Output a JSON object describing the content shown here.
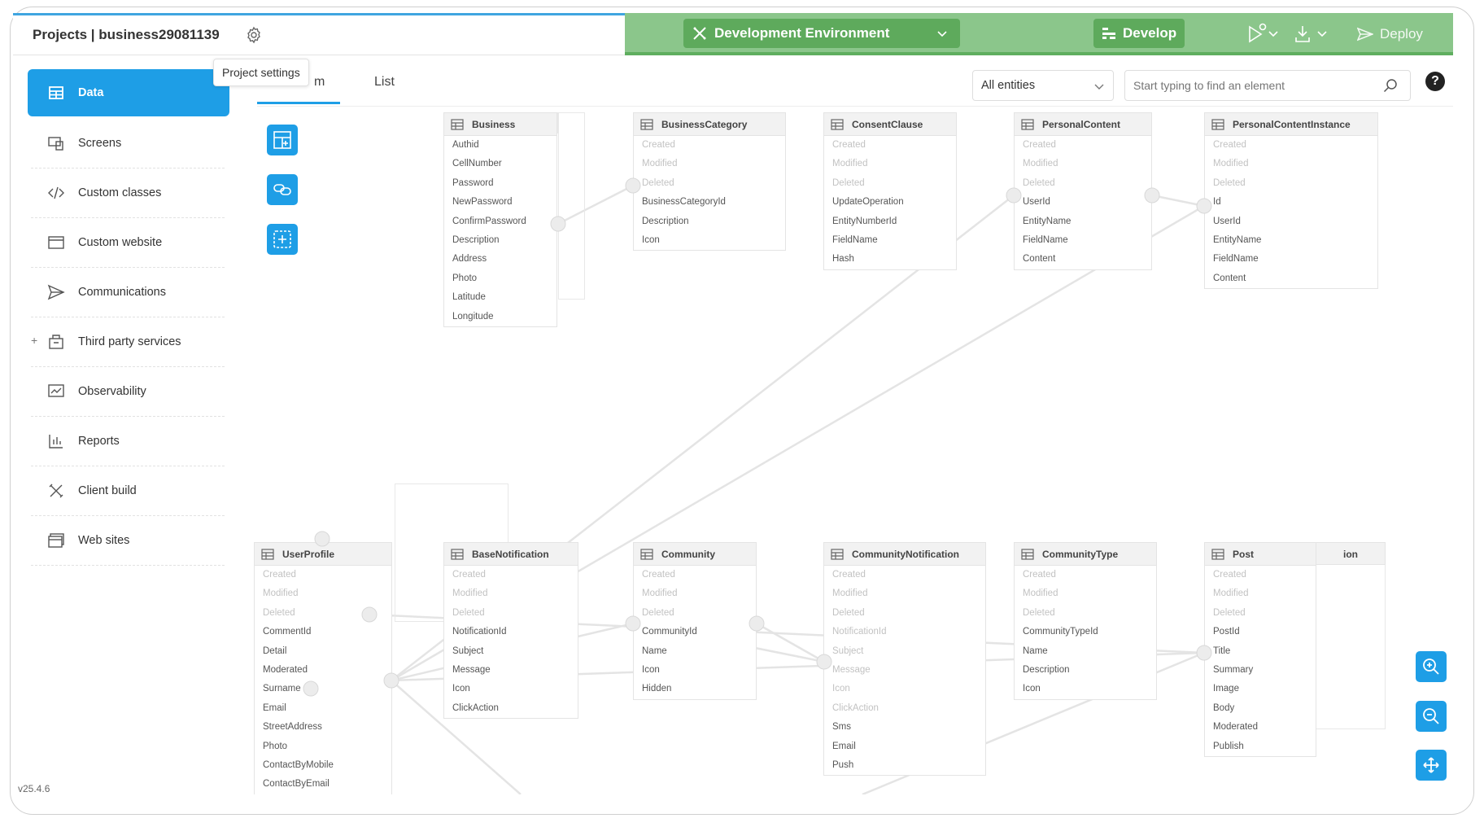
{
  "header": {
    "project_title": "Projects | business29081139",
    "settings_tooltip": "Project settings",
    "environment": "Development Environment",
    "develop_label": "Develop",
    "deploy_label": "Deploy",
    "colors": {
      "accent": "#1e9ee6",
      "env_bar": "#8bc68b",
      "env_button": "#5eaa5c"
    }
  },
  "sidebar": {
    "items": [
      {
        "label": "Data",
        "icon": "table-icon",
        "active": true
      },
      {
        "label": "Screens",
        "icon": "screens-icon"
      },
      {
        "label": "Custom classes",
        "icon": "code-icon"
      },
      {
        "label": "Custom website",
        "icon": "browser-icon"
      },
      {
        "label": "Communications",
        "icon": "send-icon"
      },
      {
        "label": "Third party services",
        "icon": "plugin-icon",
        "expandable": true
      },
      {
        "label": "Observability",
        "icon": "chart-icon"
      },
      {
        "label": "Reports",
        "icon": "bar-chart-icon"
      },
      {
        "label": "Client build",
        "icon": "tools-icon"
      },
      {
        "label": "Web sites",
        "icon": "window-icon"
      }
    ],
    "version": "v25.4.6"
  },
  "tabs": {
    "diagram": "m",
    "list": "List"
  },
  "filter": {
    "selected": "All entities"
  },
  "search": {
    "placeholder": "Start typing to find an element"
  },
  "entities": {
    "business": {
      "name": "Business",
      "rows": [
        "Authid",
        "CellNumber",
        "Password",
        "NewPassword",
        "ConfirmPassword",
        "Description",
        "Address",
        "Photo",
        "Latitude",
        "Longitude"
      ]
    },
    "business_category": {
      "name": "BusinessCategory",
      "rows": [
        "Created",
        "Modified",
        "Deleted",
        "BusinessCategoryId",
        "Description",
        "Icon"
      ]
    },
    "consent_clause": {
      "name": "ConsentClause",
      "rows": [
        "Created",
        "Modified",
        "Deleted",
        "UpdateOperation",
        "EntityNumberId",
        "FieldName",
        "Hash"
      ]
    },
    "personal_content": {
      "name": "PersonalContent",
      "rows": [
        "Created",
        "Modified",
        "Deleted",
        "UserId",
        "EntityName",
        "FieldName",
        "Content"
      ]
    },
    "personal_content_instance": {
      "name": "PersonalContentInstance",
      "rows": [
        "Created",
        "Modified",
        "Deleted",
        "Id",
        "UserId",
        "EntityName",
        "FieldName",
        "Content"
      ]
    },
    "user_profile": {
      "name": "UserProfile",
      "rows": [
        "Created",
        "Modified",
        "Deleted",
        "CommentId",
        "Detail",
        "Moderated",
        "Surname",
        "Email",
        "StreetAddress",
        "Photo",
        "ContactByMobile",
        "ContactByEmail"
      ]
    },
    "base_notification": {
      "name": "BaseNotification",
      "rows": [
        "Created",
        "Modified",
        "Deleted",
        "NotificationId",
        "Subject",
        "Message",
        "Icon",
        "ClickAction"
      ]
    },
    "community": {
      "name": "Community",
      "rows": [
        "Created",
        "Modified",
        "Deleted",
        "CommunityId",
        "Name",
        "Icon",
        "Hidden"
      ]
    },
    "community_notification": {
      "name": "CommunityNotification",
      "rows": [
        "Created",
        "Modified",
        "Deleted",
        "NotificationId",
        "Subject",
        "Message",
        "Icon",
        "ClickAction",
        "Sms",
        "Email",
        "Push"
      ]
    },
    "community_type": {
      "name": "CommunityType",
      "rows": [
        "Created",
        "Modified",
        "Deleted",
        "CommunityTypeId",
        "Name",
        "Description",
        "Icon"
      ]
    },
    "post": {
      "name": "Post",
      "rows": [
        "Created",
        "Modified",
        "Deleted",
        "PostId",
        "Title",
        "Summary",
        "Image",
        "Body",
        "Moderated",
        "Publish"
      ]
    },
    "overflow_label": "ion"
  }
}
